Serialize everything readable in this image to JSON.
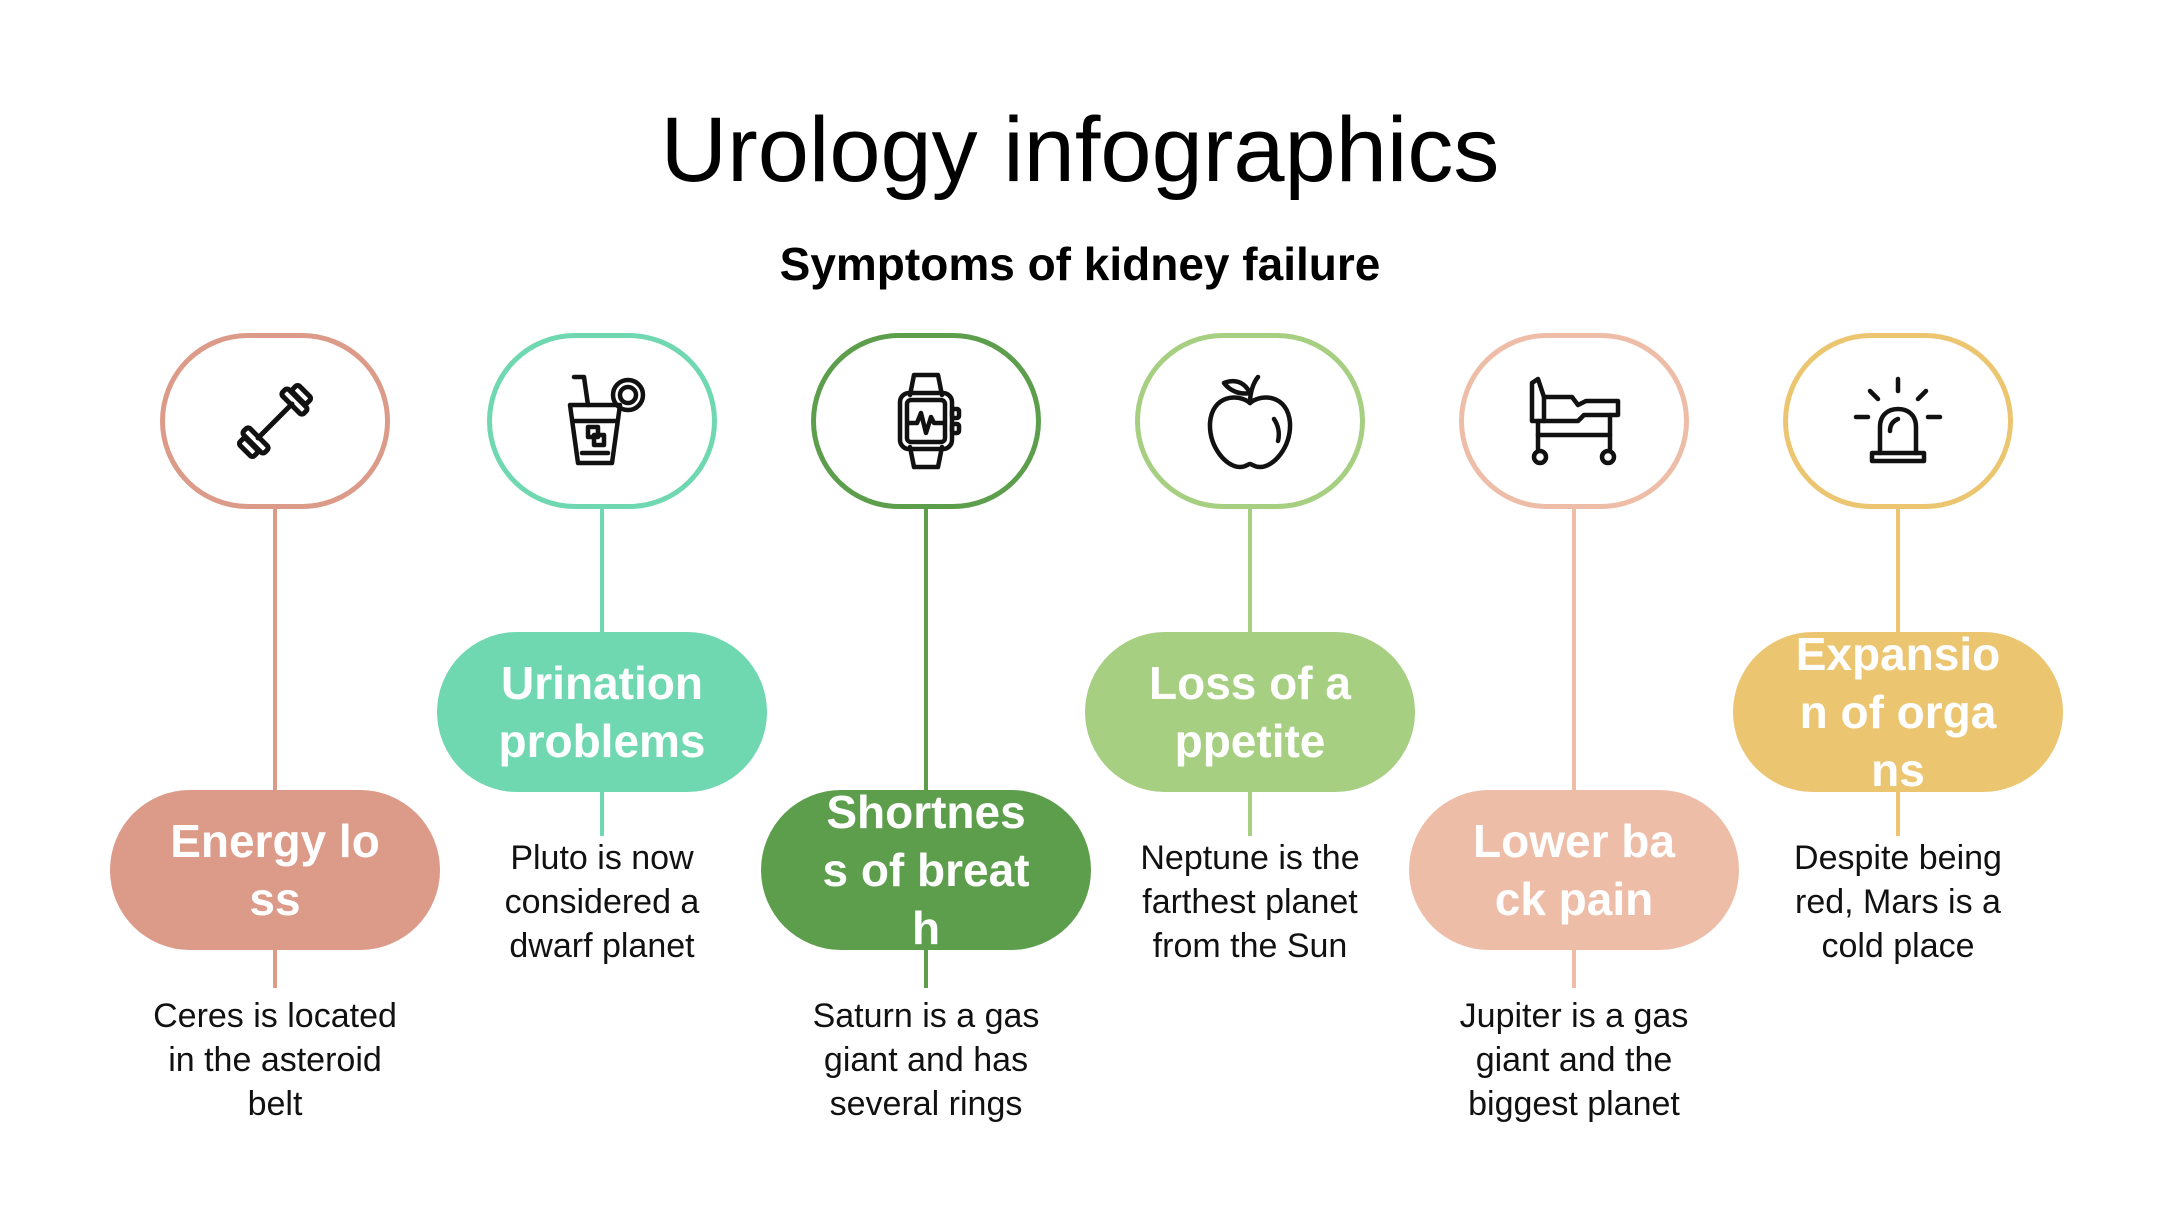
{
  "title": "Urology infographics",
  "subtitle": "Symptoms of kidney failure",
  "items": [
    {
      "label": "Energy loss",
      "description": "Ceres is located in the asteroid belt",
      "icon": "dumbbell-icon",
      "color": "#dc9a88"
    },
    {
      "label": "Urination problems",
      "description": "Pluto is now considered a dwarf planet",
      "icon": "drink-glass-icon",
      "color": "#6fd8b1"
    },
    {
      "label": "Shortness of breath",
      "description": "Saturn is a gas giant and has several rings",
      "icon": "smartwatch-icon",
      "color": "#5d9e4c"
    },
    {
      "label": "Loss of appetite",
      "description": "Neptune is the farthest planet from the Sun",
      "icon": "apple-icon",
      "color": "#a6cf81"
    },
    {
      "label": "Lower back pain",
      "description": "Jupiter is a gas giant and the biggest planet",
      "icon": "hospital-bed-icon",
      "color": "#eebda7"
    },
    {
      "label": "Expansion of organs",
      "description": "Despite being red, Mars is a cold place",
      "icon": "alarm-siren-icon",
      "color": "#ecc571"
    }
  ]
}
